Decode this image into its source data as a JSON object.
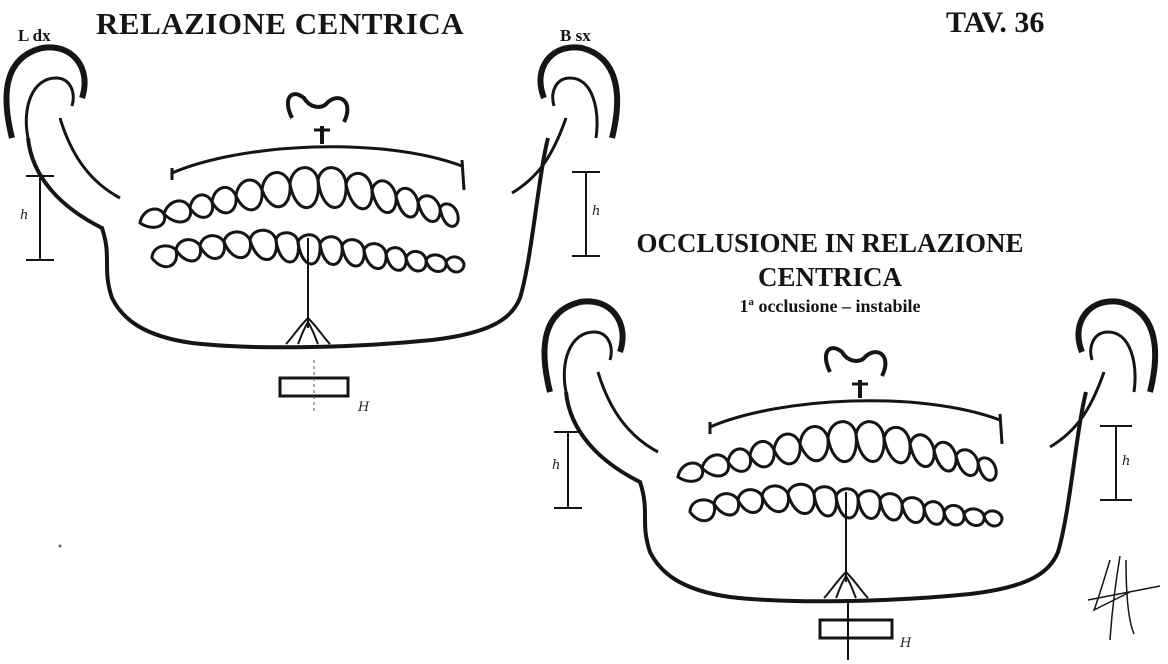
{
  "plate": {
    "title": "RELAZIONE CENTRICA",
    "number": "TAV. 36",
    "side_left": "L dx",
    "side_right": "B sx"
  },
  "figure_top": {
    "vertical_measure_label_left": "h",
    "vertical_measure_label_right": "h",
    "horizontal_measure_label": "H"
  },
  "figure_bottom": {
    "title": "OCCLUSIONE IN RELAZIONE CENTRICA",
    "subtitle": "1ª occlusione – instabile",
    "vertical_measure_label_left": "h",
    "vertical_measure_label_right": "h",
    "horizontal_measure_label": "H"
  },
  "colors": {
    "ink": "#151515",
    "paper": "#ffffff"
  },
  "icons": [
    "signature-mark"
  ]
}
